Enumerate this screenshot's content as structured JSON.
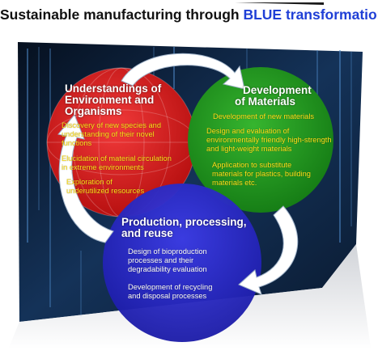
{
  "title": {
    "prefix": "Sustainable manufacturing through ",
    "accent": "BLUE transformation"
  },
  "colors": {
    "accent": "#1f3fd6",
    "red_circle": "#d11616",
    "green_circle": "#1f9a1f",
    "blue_circle": "#2727cf",
    "item_text": "#ffe11a",
    "background": "#0b1a33"
  },
  "circles": {
    "red": {
      "heading": [
        "Understandings of",
        "Environment and",
        "Organisms"
      ],
      "items": [
        [
          "Discovery of new species and",
          "understanding of their novel",
          "functions"
        ],
        [
          "Elucidation of material circulation",
          "in extreme environments"
        ],
        [
          "Exploration of",
          "underutilized resources"
        ]
      ]
    },
    "green": {
      "heading": [
        "Development",
        "of Materials"
      ],
      "items": [
        [
          "Development of new materials"
        ],
        [
          "Design and evaluation of",
          "environmentally friendly high-strength",
          "and light-weight materials"
        ],
        [
          "Application to substitute",
          "materials for plastics, building",
          "materials etc."
        ]
      ]
    },
    "blue": {
      "heading": [
        "Production, processing,",
        "and reuse"
      ],
      "items": [
        [
          "Design of bioproduction",
          "processes and their",
          "degradability evaluation"
        ],
        [
          "Development of recycling",
          "and disposal processes"
        ]
      ]
    }
  }
}
